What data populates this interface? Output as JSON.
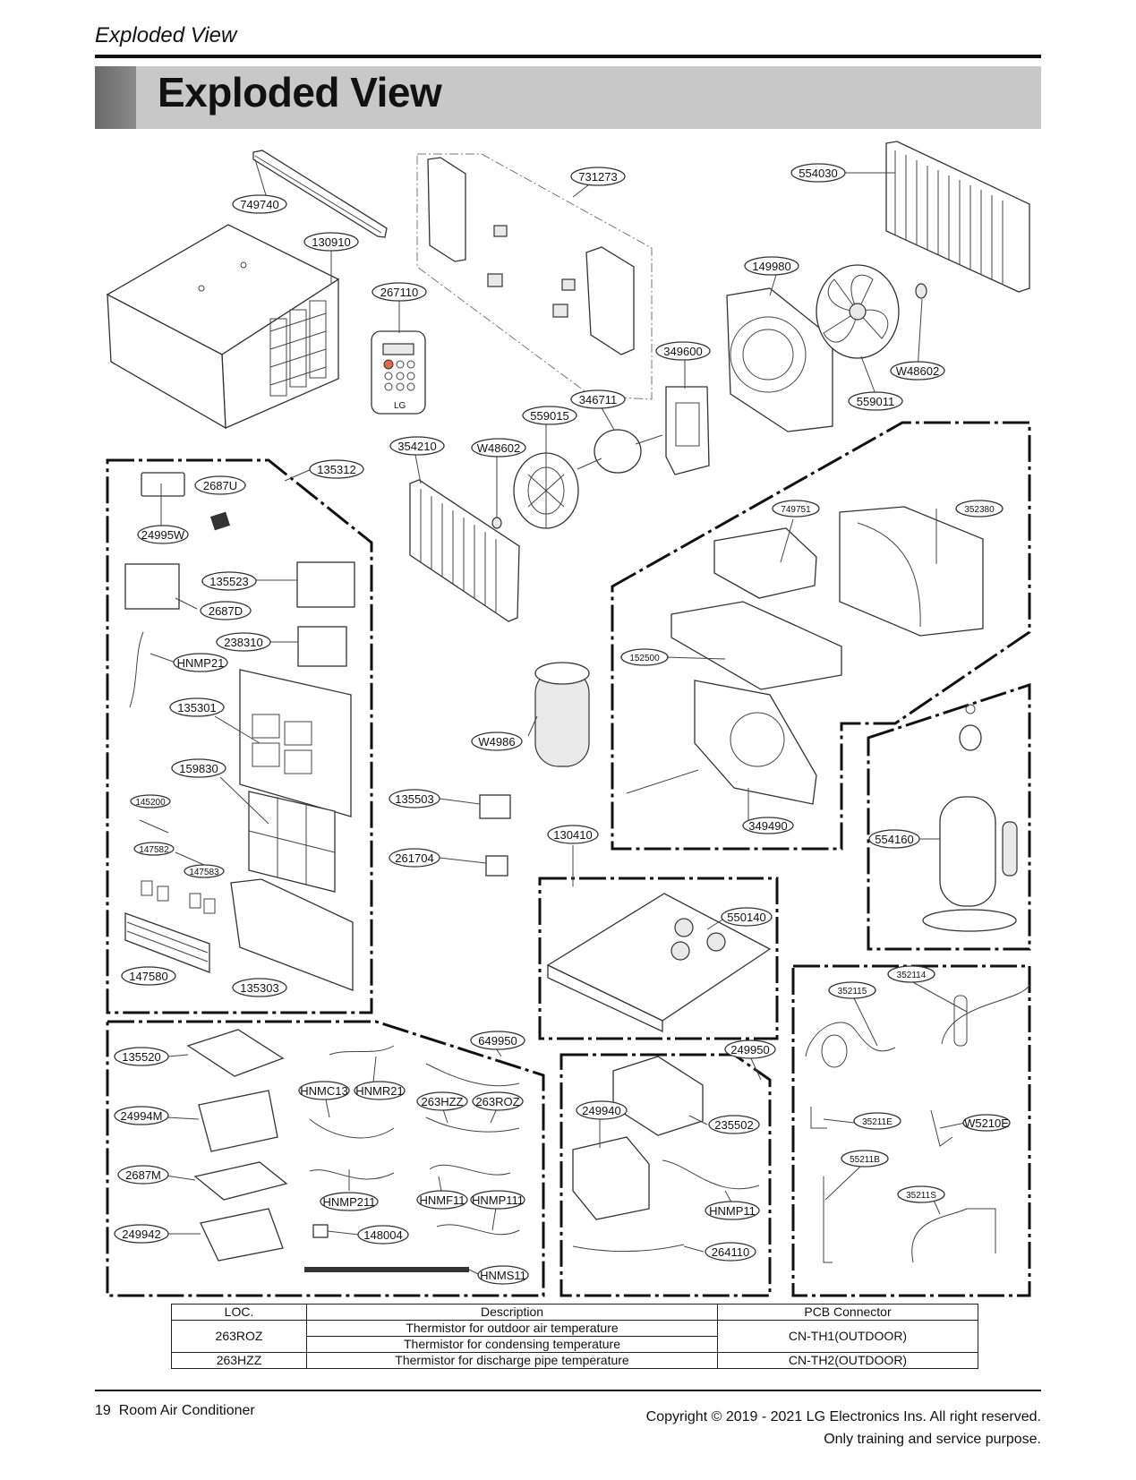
{
  "header": {
    "running_title": "Exploded View",
    "section_title": "Exploded View"
  },
  "parts": [
    {
      "id": "p749740",
      "label": "749740"
    },
    {
      "id": "p130910",
      "label": "130910"
    },
    {
      "id": "p731273",
      "label": "731273"
    },
    {
      "id": "p554030",
      "label": "554030"
    },
    {
      "id": "p267110",
      "label": "267110"
    },
    {
      "id": "p149980",
      "label": "149980"
    },
    {
      "id": "p349600",
      "label": "349600"
    },
    {
      "id": "pW48602a",
      "label": "W48602"
    },
    {
      "id": "p559011",
      "label": "559011"
    },
    {
      "id": "p346711",
      "label": "346711"
    },
    {
      "id": "p559015",
      "label": "559015"
    },
    {
      "id": "p354210",
      "label": "354210"
    },
    {
      "id": "pW48602b",
      "label": "W48602"
    },
    {
      "id": "p135312",
      "label": "135312"
    },
    {
      "id": "p2687U",
      "label": "2687U"
    },
    {
      "id": "p24995W",
      "label": "24995W"
    },
    {
      "id": "p135523",
      "label": "135523"
    },
    {
      "id": "p2687D",
      "label": "2687D"
    },
    {
      "id": "p238310",
      "label": "238310"
    },
    {
      "id": "pHNMP21",
      "label": "HNMP21"
    },
    {
      "id": "p135301",
      "label": "135301"
    },
    {
      "id": "p159830",
      "label": "159830"
    },
    {
      "id": "p145200",
      "label": "145200"
    },
    {
      "id": "p147582",
      "label": "147582"
    },
    {
      "id": "p147583",
      "label": "147583"
    },
    {
      "id": "p147580",
      "label": "147580"
    },
    {
      "id": "p135303",
      "label": "135303"
    },
    {
      "id": "p749751",
      "label": "749751"
    },
    {
      "id": "p352380",
      "label": "352380"
    },
    {
      "id": "p152500",
      "label": "152500"
    },
    {
      "id": "p349490",
      "label": "349490"
    },
    {
      "id": "pW4986",
      "label": "W4986"
    },
    {
      "id": "p135503",
      "label": "135503"
    },
    {
      "id": "p261704",
      "label": "261704"
    },
    {
      "id": "p130410",
      "label": "130410"
    },
    {
      "id": "p550140",
      "label": "550140"
    },
    {
      "id": "p554160",
      "label": "554160"
    },
    {
      "id": "p352114",
      "label": "352114"
    },
    {
      "id": "p352115",
      "label": "352115"
    },
    {
      "id": "p35211E",
      "label": "35211E"
    },
    {
      "id": "pW5210E",
      "label": "W5210E"
    },
    {
      "id": "p55211B",
      "label": "55211B"
    },
    {
      "id": "p35211S",
      "label": "35211S"
    },
    {
      "id": "p649950",
      "label": "649950"
    },
    {
      "id": "p135520",
      "label": "135520"
    },
    {
      "id": "pHNMC13",
      "label": "HNMC13"
    },
    {
      "id": "pHNMR21",
      "label": "HNMR21"
    },
    {
      "id": "p263HZZ",
      "label": "263HZZ"
    },
    {
      "id": "p263ROZ",
      "label": "263ROZ"
    },
    {
      "id": "p24994M",
      "label": "24994M"
    },
    {
      "id": "p2687M",
      "label": "2687M"
    },
    {
      "id": "pHNMP211",
      "label": "HNMP211"
    },
    {
      "id": "pHNMF11",
      "label": "HNMF11"
    },
    {
      "id": "pHNMP111",
      "label": "HNMP111"
    },
    {
      "id": "p249942",
      "label": "249942"
    },
    {
      "id": "p148004",
      "label": "148004"
    },
    {
      "id": "pHNMS11",
      "label": "HNMS11"
    },
    {
      "id": "p249950",
      "label": "249950"
    },
    {
      "id": "p249940",
      "label": "249940"
    },
    {
      "id": "p235502",
      "label": "235502"
    },
    {
      "id": "pHNMP11",
      "label": "HNMP11"
    },
    {
      "id": "p264110",
      "label": "264110"
    }
  ],
  "remote": {
    "brand": "LG"
  },
  "table": {
    "headers": [
      "LOC.",
      "Description",
      "PCB Connector"
    ],
    "rows": [
      {
        "loc": "263ROZ",
        "desc": [
          "Thermistor for outdoor air temperature",
          "Thermistor for condensing temperature"
        ],
        "pcb": "CN-TH1(OUTDOOR)"
      },
      {
        "loc": "263HZZ",
        "desc": [
          "Thermistor for discharge pipe temperature"
        ],
        "pcb": "CN-TH2(OUTDOOR)"
      }
    ]
  },
  "footer": {
    "page": "19  Room Air Conditioner",
    "copyright": "Copyright © 2019 - 2021 LG Electronics Ins. All right reserved.",
    "purpose": "Only training and service purpose."
  }
}
